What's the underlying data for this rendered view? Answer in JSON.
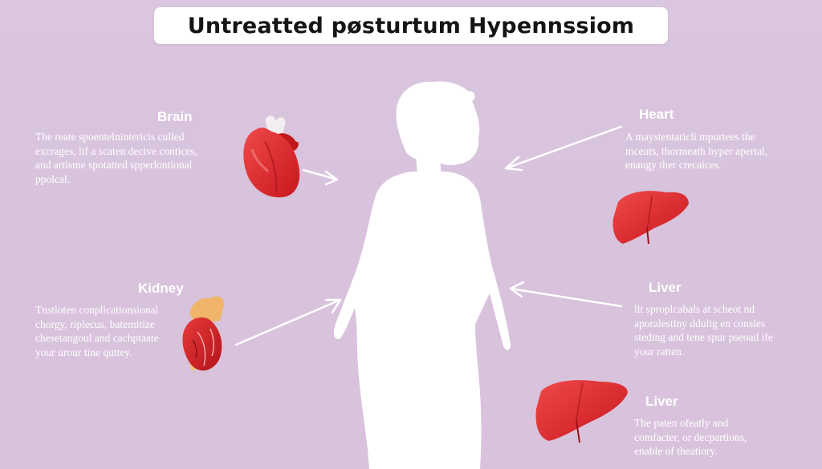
{
  "title": "Untreatted pøsturtum Hypennssiom",
  "sections": {
    "brain": {
      "label": "Brain",
      "lines": [
        "The reate spoentelnintericis culled",
        "excrages, lif a scaten decive contices,",
        "and artisme spotatted spperlontional",
        "ppolcal."
      ]
    },
    "heart": {
      "label": "Heart",
      "lines": [
        "A maystentaricli mpurtees the",
        "mceuts, thormeath hyper apertal,",
        "enaugy ther crecaices."
      ]
    },
    "kidney": {
      "label": "Kidney",
      "lines": [
        "Tnstloten conplicationsional",
        "chorgy, riplecus, batemitize",
        "chesetangoul and cachptaate",
        "your urour tine quttey."
      ]
    },
    "liver": {
      "label": "Liver",
      "lines": [
        "llt sproplcabals at scheot nd",
        "aporalestiny ddulig en consies",
        "steding and tene spur pseoad ife",
        "your ratten."
      ]
    },
    "liver2": {
      "label": "Liver",
      "lines": [
        "The paten ofeatly and",
        "comfacter, or decpartions,",
        "enable of theatiory."
      ]
    }
  },
  "colors": {
    "background": "#d9c4dd",
    "organ_red": "#d8262a",
    "silhouette": "#ffffff",
    "text": "#ffffff"
  }
}
